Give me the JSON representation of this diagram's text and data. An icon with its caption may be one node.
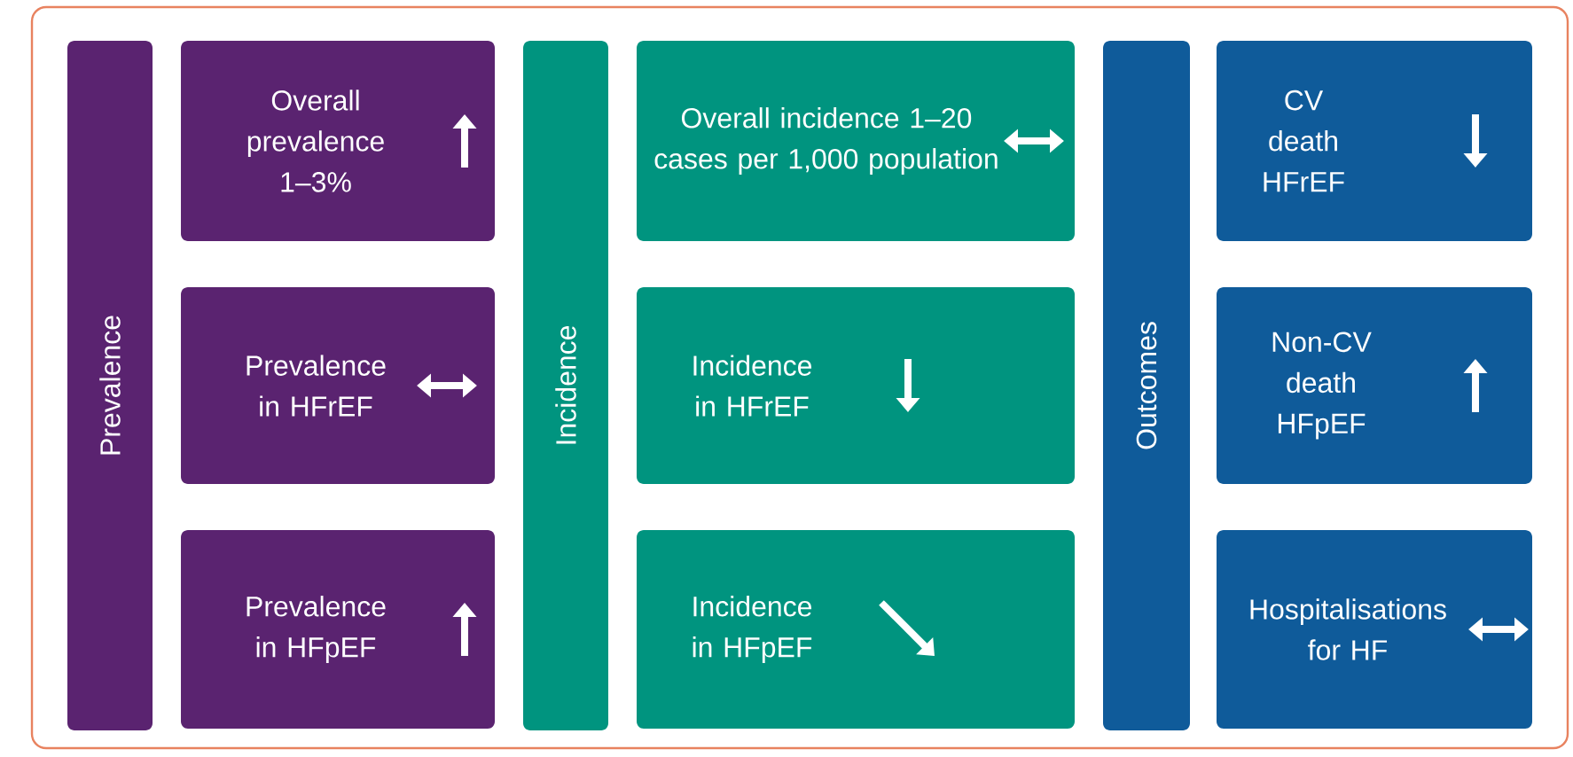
{
  "diagram": {
    "nodes": [
      {
        "text": [
          "Prevalence"
        ]
      },
      {
        "text": [
          "Overall prevalence 1–3%"
        ]
      },
      {
        "text": [
          "Prevalence in HFrEF"
        ]
      },
      {
        "text": [
          "Prevalence in HFpEF"
        ]
      },
      {
        "text": [
          "Incidence"
        ]
      },
      {
        "text": [
          "Overall incidence 1–20 cases per 1,000 population"
        ]
      },
      {
        "text": [
          "Incidence in HFrEF"
        ]
      },
      {
        "text": [
          "Incidence in HFpEF"
        ]
      },
      {
        "text": [
          "Outcomes"
        ]
      },
      {
        "text": [
          "CV death HFrEF"
        ]
      },
      {
        "text": [
          "Non-CV death HFpEF"
        ]
      },
      {
        "text": [
          "Hospitalisations for HF"
        ]
      }
    ]
  }
}
